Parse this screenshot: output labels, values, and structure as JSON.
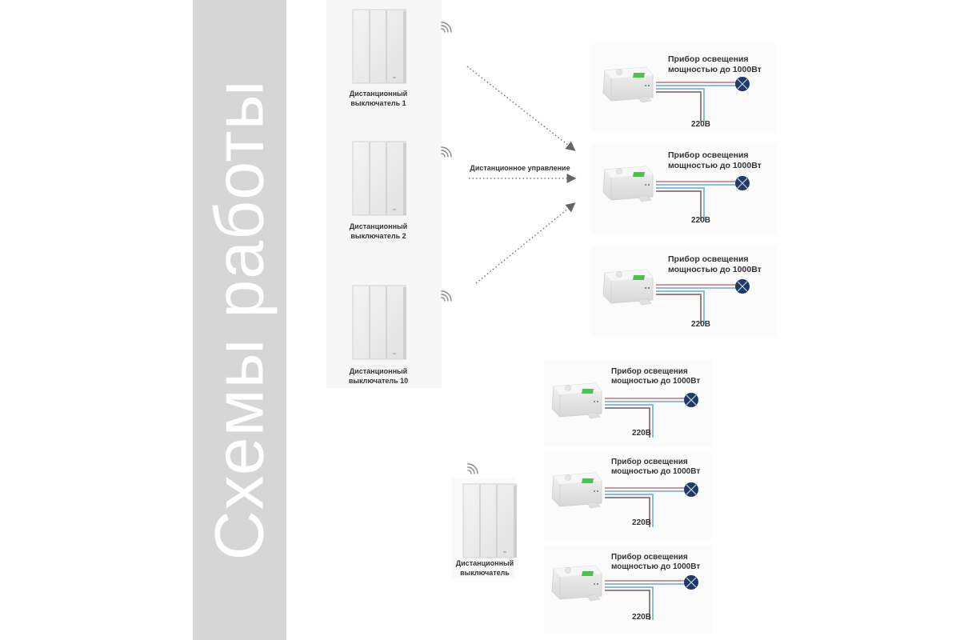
{
  "side_title": "Схемы работы",
  "colors": {
    "side_band": "#d6d6d6",
    "wire_red": "#c98a8a",
    "wire_blue": "#7fb2d6",
    "wire_brown": "#8a7070",
    "lamp": "#1f3a66",
    "relay_led": "#4cc24c",
    "arrow": "#777777"
  },
  "top_scheme": {
    "switches": [
      {
        "label_line1": "Дистанционный",
        "label_line2": "выключатель 1"
      },
      {
        "label_line1": "Дистанционный",
        "label_line2": "выключатель 2"
      },
      {
        "label_line1": "Дистанционный",
        "label_line2": "выключатель 10"
      }
    ],
    "arrow_label": "Дистанционное управление",
    "loads": [
      {
        "title_line1": "Прибор освещения",
        "title_line2": "мощностью до 1000Вт",
        "voltage": "220В"
      },
      {
        "title_line1": "Прибор освещения",
        "title_line2": "мощностью до 1000Вт",
        "voltage": "220В"
      },
      {
        "title_line1": "Прибор освещения",
        "title_line2": "мощностью до 1000Вт",
        "voltage": "220В"
      }
    ]
  },
  "bottom_scheme": {
    "switch": {
      "label_line1": "Дистанционный",
      "label_line2": "выключатель"
    },
    "loads": [
      {
        "title_line1": "Прибор освещения",
        "title_line2": "мощностью до 1000Вт",
        "voltage": "220В"
      },
      {
        "title_line1": "Прибор освещения",
        "title_line2": "мощностью до 1000Вт",
        "voltage": "220В"
      },
      {
        "title_line1": "Прибор освещения",
        "title_line2": "мощностью до 1000Вт",
        "voltage": "220В"
      }
    ]
  }
}
